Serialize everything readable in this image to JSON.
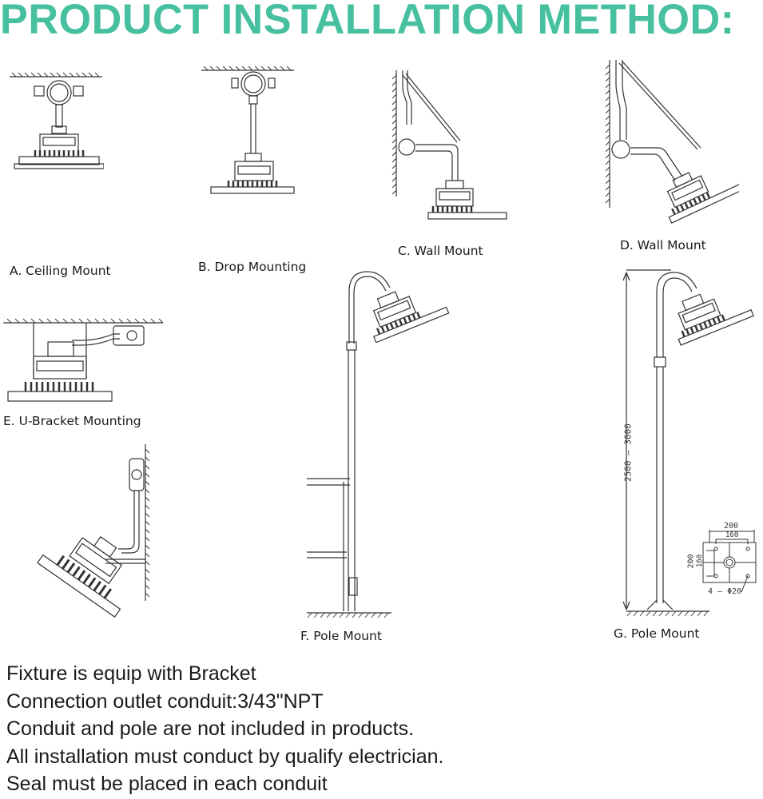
{
  "title": "PRODUCT INSTALLATION METHOD:",
  "accent_color": "#47c0a0",
  "diagrams": [
    {
      "id": "A",
      "caption": "A. Ceiling Mount"
    },
    {
      "id": "B",
      "caption": "B. Drop Mounting"
    },
    {
      "id": "C",
      "caption": "C. Wall Mount"
    },
    {
      "id": "D",
      "caption": "D. Wall Mount"
    },
    {
      "id": "E",
      "caption": "E. U-Bracket Mounting"
    },
    {
      "id": "E2",
      "caption": ""
    },
    {
      "id": "F",
      "caption": "F. Pole Mount"
    },
    {
      "id": "G",
      "caption": "G. Pole Mount"
    }
  ],
  "pole_dimensions": {
    "height_range": "2500 – 3000",
    "base_width": "200",
    "base_hole_spacing_x": "160",
    "base_depth": "200",
    "base_hole_spacing_y": "160",
    "hole_spec": "4 – Φ20"
  },
  "notes": [
    "Fixture is equip with Bracket",
    "Connection outlet conduit:3/43\"NPT",
    "Conduit and pole are not included in products.",
    "All installation must conduct by qualify electrician.",
    "Seal must be placed in each conduit"
  ]
}
